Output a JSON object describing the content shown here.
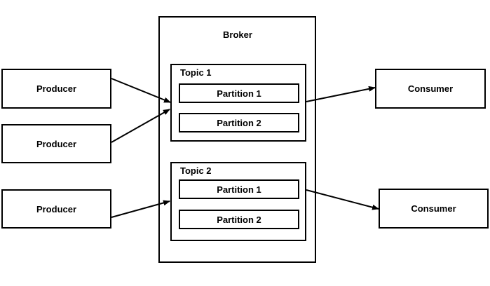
{
  "broker": {
    "label": "Broker",
    "topics": [
      {
        "label": "Topic 1",
        "partitions": [
          "Partition 1",
          "Partition 2"
        ]
      },
      {
        "label": "Topic 2",
        "partitions": [
          "Partition 1",
          "Partition 2"
        ]
      }
    ]
  },
  "producers": [
    "Producer",
    "Producer",
    "Producer"
  ],
  "consumers": [
    "Consumer",
    "Consumer"
  ]
}
